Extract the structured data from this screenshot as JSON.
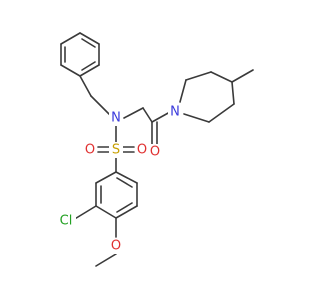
{
  "molecule": {
    "colors": {
      "bond": "#3a3a3a",
      "N": "#3b3bdc",
      "O": "#e03030",
      "S": "#c8a000",
      "Cl": "#22a022",
      "background": "#ffffff"
    },
    "labels": {
      "n_sulfonamide": "N",
      "n_piperidine": "N",
      "s": "S",
      "o_sulfonyl_left": "O",
      "o_sulfonyl_right": "O",
      "o_carbonyl": "O",
      "cl": "Cl",
      "o_methoxy": "O"
    }
  }
}
